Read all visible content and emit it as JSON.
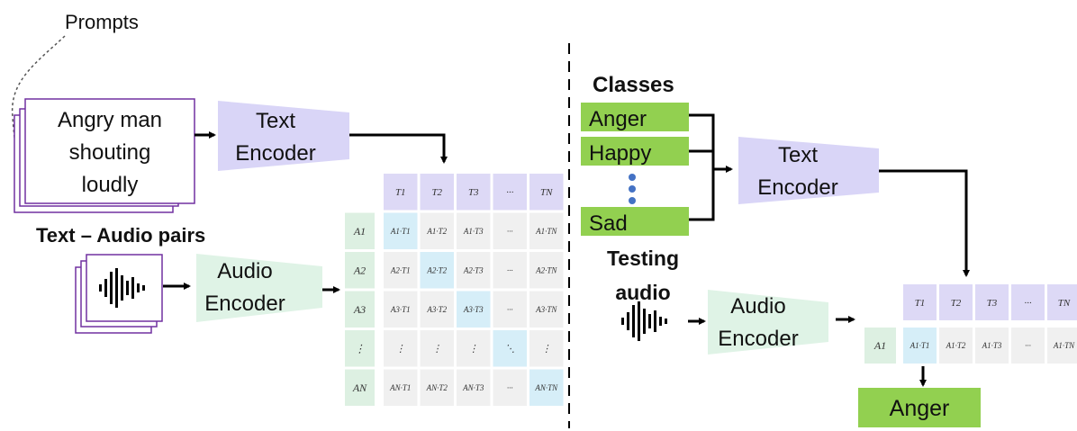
{
  "training": {
    "prompts_label": "Prompts",
    "prompt_lines": [
      "Angry man",
      "shouting",
      "loudly"
    ],
    "text_encoder_lines": [
      "Text",
      "Encoder"
    ],
    "pairs_label": "Text – Audio pairs",
    "audio_encoder_lines": [
      "Audio",
      "Encoder"
    ],
    "matrix": {
      "t_headers": [
        "T1",
        "T2",
        "T3",
        "···",
        "TN"
      ],
      "a_headers": [
        "A1",
        "A2",
        "A3",
        "⋮",
        "AN"
      ],
      "rows": [
        [
          "A1·T1",
          "A1·T2",
          "A1·T3",
          "···",
          "A1·TN"
        ],
        [
          "A2·T1",
          "A2·T2",
          "A2·T3",
          "···",
          "A2·TN"
        ],
        [
          "A3·T1",
          "A3·T2",
          "A3·T3",
          "···",
          "A3·TN"
        ],
        [
          "⋮",
          "⋮",
          "⋮",
          "⋱",
          "⋮"
        ],
        [
          "AN·T1",
          "AN·T2",
          "AN·T3",
          "···",
          "AN·TN"
        ]
      ]
    }
  },
  "testing": {
    "classes_label": "Classes",
    "classes": [
      "Anger",
      "Happy",
      "Sad"
    ],
    "text_encoder_lines": [
      "Text",
      "Encoder"
    ],
    "testing_audio_lines": [
      "Testing",
      "audio"
    ],
    "audio_encoder_lines": [
      "Audio",
      "Encoder"
    ],
    "matrix": {
      "t_headers": [
        "T1",
        "T2",
        "T3",
        "···",
        "TN"
      ],
      "a_header": "A1",
      "row": [
        "A1·T1",
        "A1·T2",
        "A1·T3",
        "···",
        "A1·TN"
      ]
    },
    "result": "Anger"
  },
  "colors": {
    "text_encoder": "#d9d5f7",
    "audio_encoder": "#dff3e6",
    "class_box": "#92d050",
    "header_t": "#ddd9f6",
    "header_a": "#ddf0e2",
    "cell": "#f0f0f0",
    "highlight": "#d6eef8",
    "prompt_border": "#7030a0",
    "dots": "#4472c4"
  }
}
